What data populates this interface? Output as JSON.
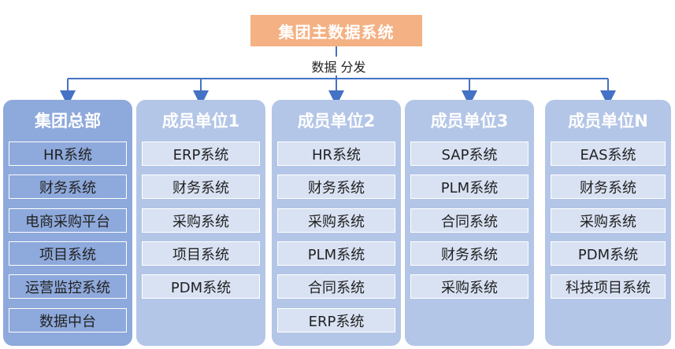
{
  "top": {
    "title": "集团主数据系统"
  },
  "distribution_label": "数据 分发",
  "columns": [
    {
      "title": "集团总部",
      "items": [
        "HR系统",
        "财务系统",
        "电商采购平台",
        "项目系统",
        "运营监控系统",
        "数据中台"
      ]
    },
    {
      "title": "成员单位1",
      "items": [
        "ERP系统",
        "财务系统",
        "采购系统",
        "项目系统",
        "PDM系统"
      ]
    },
    {
      "title": "成员单位2",
      "items": [
        "HR系统",
        "财务系统",
        "采购系统",
        "PLM系统",
        "合同系统",
        "ERP系统"
      ]
    },
    {
      "title": "成员单位3",
      "items": [
        "SAP系统",
        "PLM系统",
        "合同系统",
        "财务系统",
        "采购系统"
      ]
    },
    {
      "title": "成员单位N",
      "items": [
        "EAS系统",
        "财务系统",
        "采购系统",
        "PDM系统",
        "科技项目系统"
      ]
    }
  ],
  "colors": {
    "top_box": "#f4b183",
    "hq_column": "#8ea9db",
    "member_column": "#b4c6e7",
    "item_box": "#d9e2f3",
    "connector": "#4472c4"
  }
}
